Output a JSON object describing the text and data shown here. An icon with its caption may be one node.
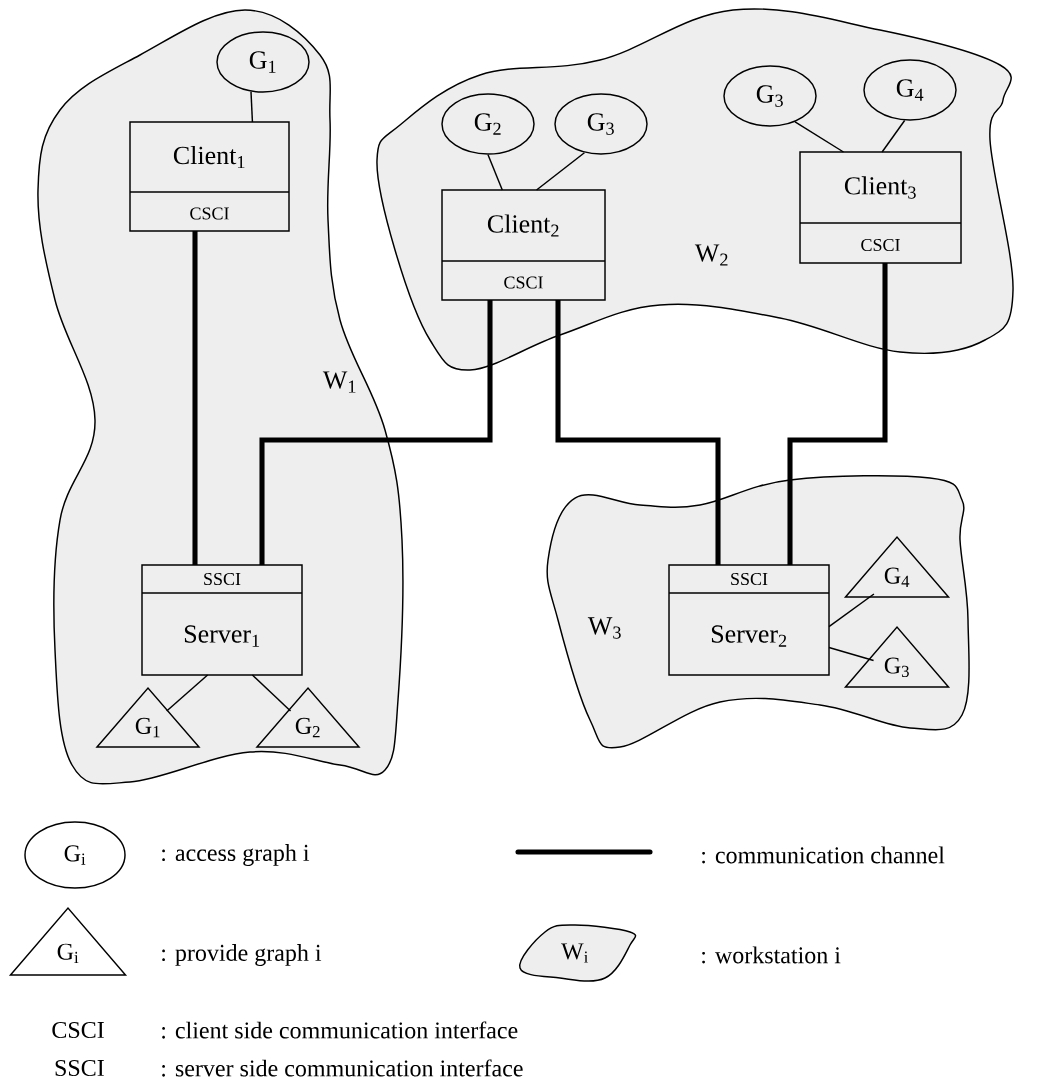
{
  "diagram": {
    "nodes": [
      {
        "text": [
          "W$_{1}$"
        ]
      },
      {
        "text": [
          "W$_{2}$"
        ]
      },
      {
        "text": [
          "W$_{3}$"
        ]
      },
      {
        "text": [
          "Client$_{1}$",
          "CSCI"
        ],
        "in": 0
      },
      {
        "text": [
          "G$_{1}$"
        ],
        "in": 0
      },
      {
        "text": [
          "Client$_{2}$",
          "CSCI"
        ],
        "in": 1
      },
      {
        "text": [
          "G$_{2}$"
        ],
        "in": 1
      },
      {
        "text": [
          "G$_{3}$"
        ],
        "in": 1
      },
      {
        "text": [
          "Client$_{3}$",
          "CSCI"
        ],
        "in": 1
      },
      {
        "text": [
          "G$_{3}$"
        ],
        "in": 1
      },
      {
        "text": [
          "G$_{4}$"
        ],
        "in": 1
      },
      {
        "text": [
          "SSCI",
          "Server$_{1}$"
        ],
        "in": 0
      },
      {
        "text": [
          "G$_{1}$"
        ],
        "in": 0
      },
      {
        "text": [
          "G$_{2}$"
        ],
        "in": 0
      },
      {
        "text": [
          "SSCI",
          "Server$_{2}$"
        ],
        "in": 2
      },
      {
        "text": [
          "G$_{4}$"
        ],
        "in": 2
      },
      {
        "text": [
          "G$_{3}$"
        ],
        "in": 2
      },
      {
        "text": [
          "G$_{i}$"
        ]
      },
      {
        "text": [
          "G$_{i}$"
        ]
      },
      {
        "text": [
          "W$_{i}$"
        ]
      }
    ],
    "edges": [
      {
        "from": 3,
        "to": 11,
        "arrow": "none",
        "style": "thick"
      },
      {
        "from": 5,
        "to": 11,
        "arrow": "none",
        "style": "thick"
      },
      {
        "from": 5,
        "to": 14,
        "arrow": "none",
        "style": "thick"
      },
      {
        "from": 8,
        "to": 14,
        "arrow": "none",
        "style": "thick"
      },
      {
        "from": 4,
        "to": 3,
        "arrow": "none"
      },
      {
        "from": 6,
        "to": 5,
        "arrow": "none"
      },
      {
        "from": 7,
        "to": 5,
        "arrow": "none"
      },
      {
        "from": 9,
        "to": 8,
        "arrow": "none"
      },
      {
        "from": 10,
        "to": 8,
        "arrow": "none"
      },
      {
        "from": 11,
        "to": 12,
        "arrow": "none"
      },
      {
        "from": 11,
        "to": 13,
        "arrow": "none"
      },
      {
        "from": 14,
        "to": 15,
        "arrow": "none"
      },
      {
        "from": 14,
        "to": 16,
        "arrow": "none"
      }
    ],
    "labels": [
      "CSCI",
      ": client side communication interface",
      "SSCI",
      ": server side communication interface"
    ],
    "legend": [
      {
        "text": ": access graph i"
      },
      {
        "text": ": communication channel"
      },
      {
        "text": ": provide graph i"
      },
      {
        "text": ": workstation i"
      }
    ]
  }
}
